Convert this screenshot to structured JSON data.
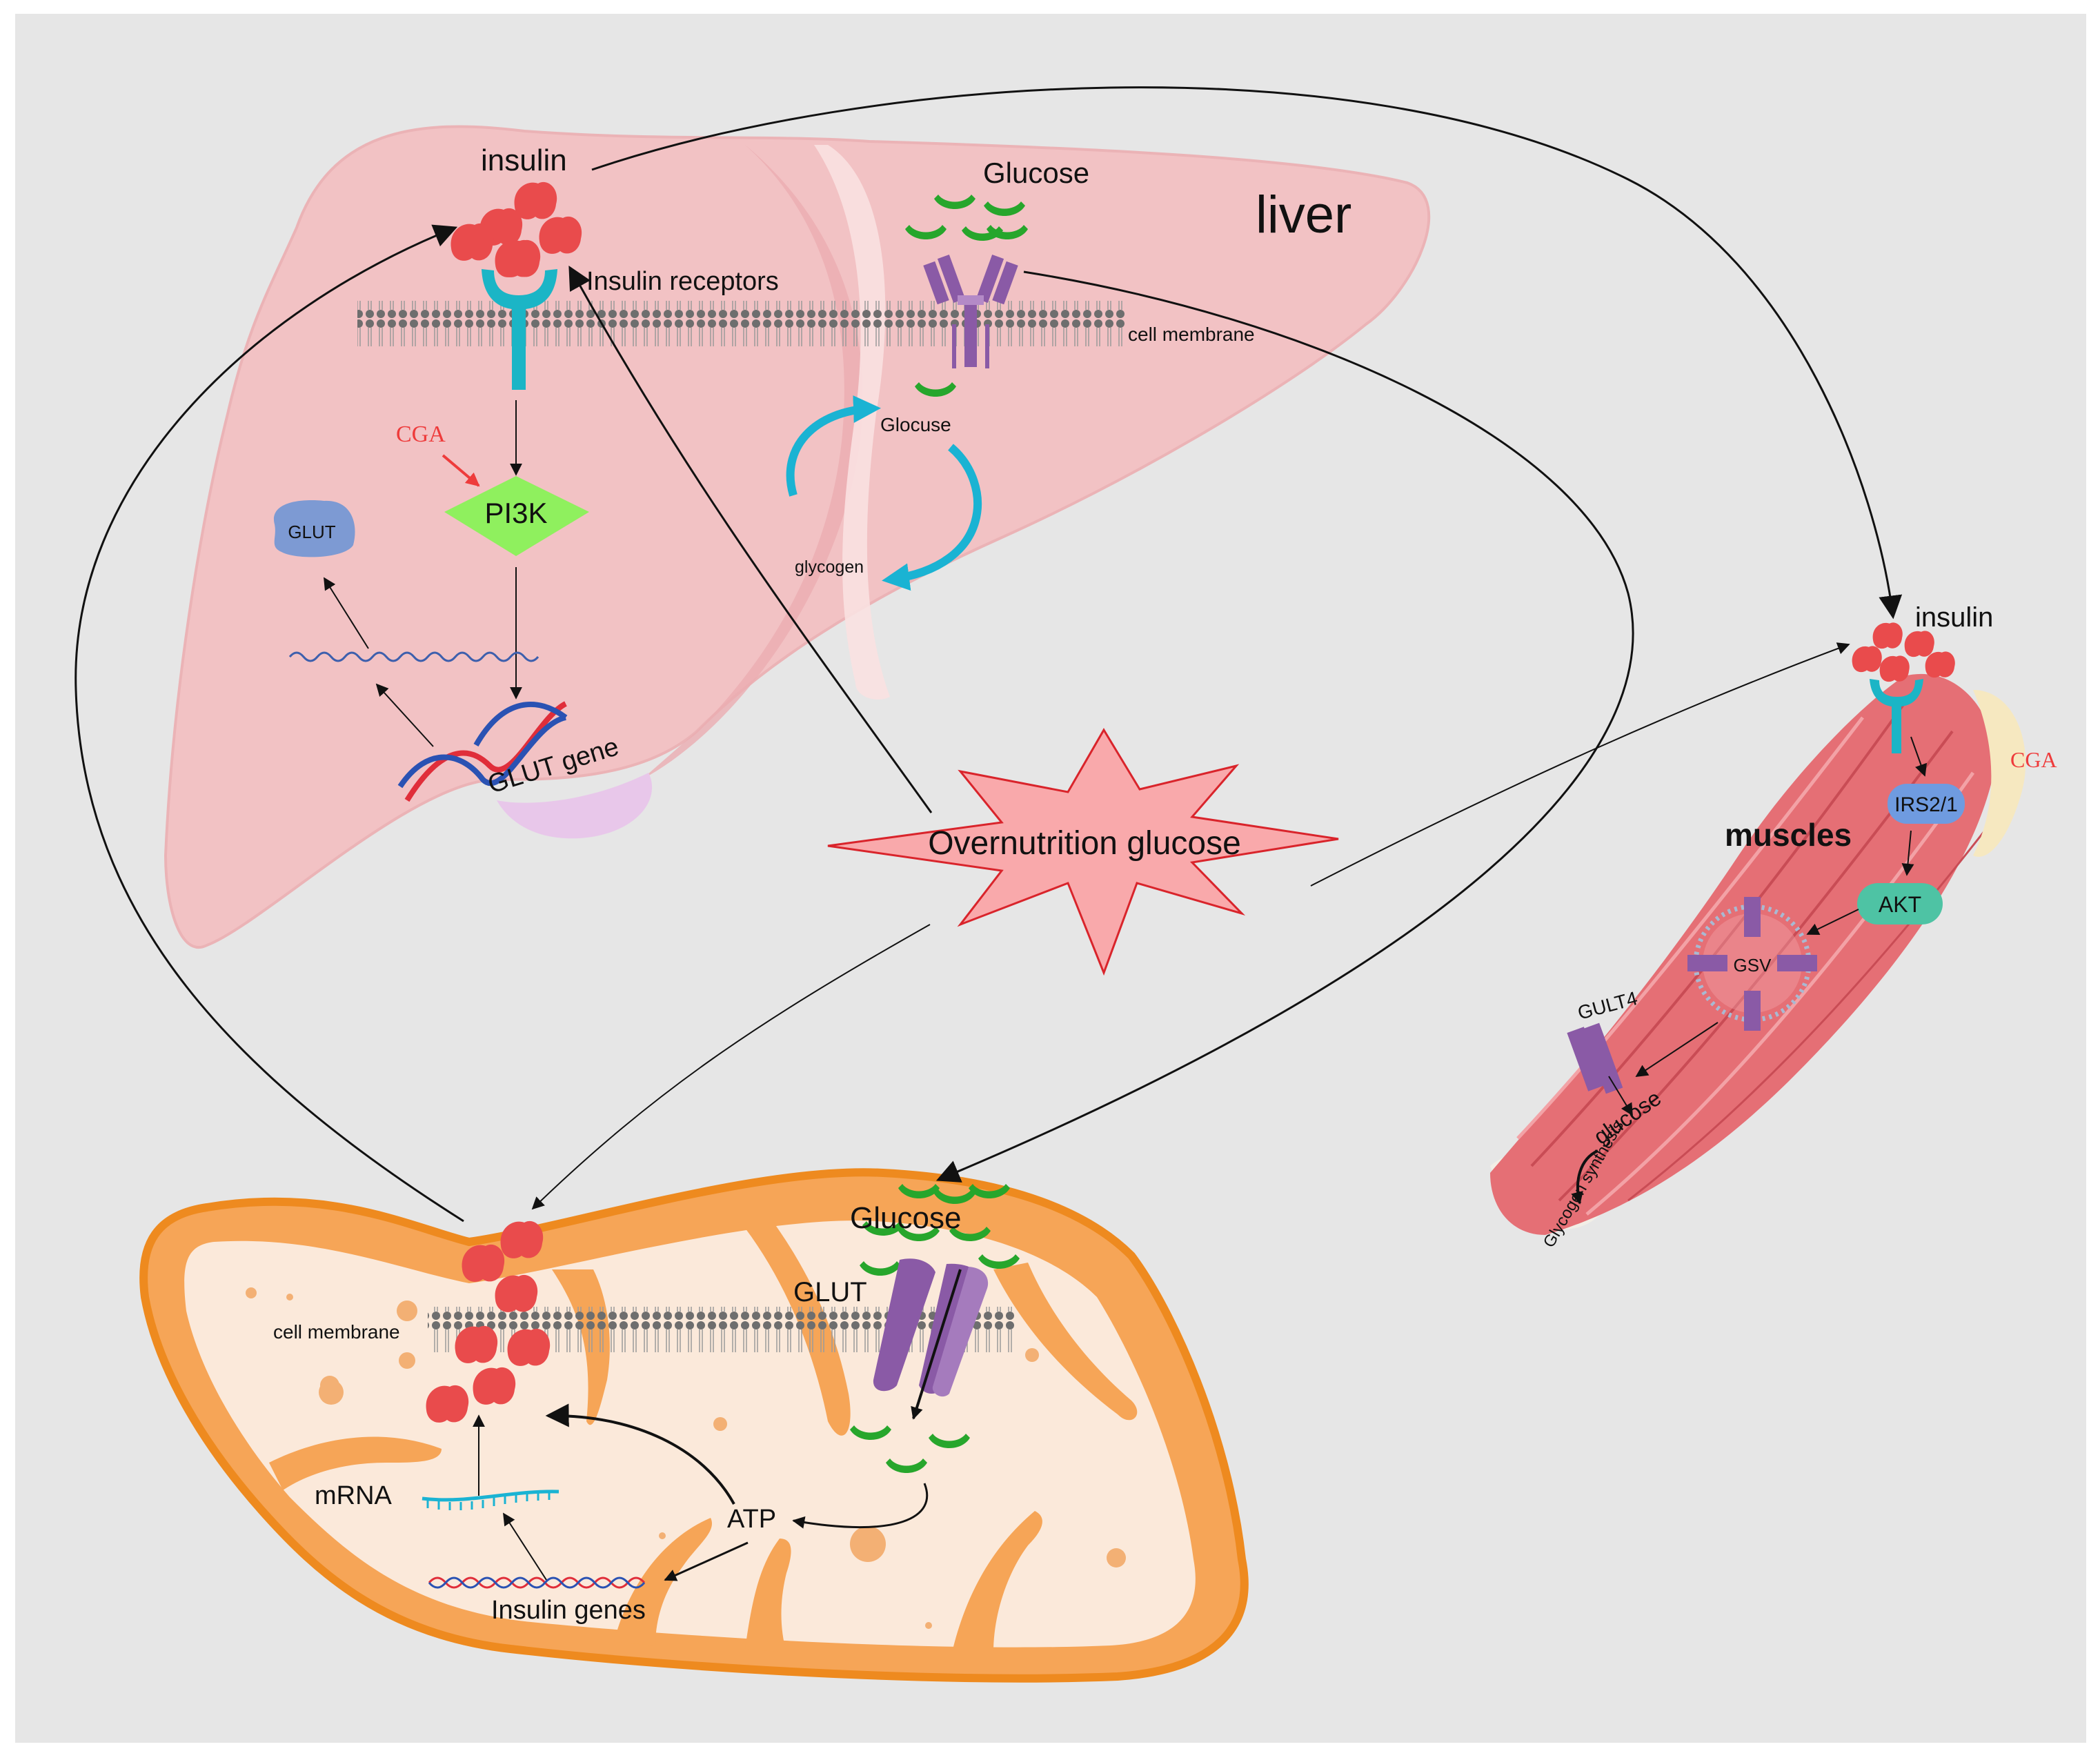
{
  "colors": {
    "background": "#e6e6e6",
    "liver": "#f2c2c4",
    "insulin": "#e94b4c",
    "receptor": "#1bb5c6",
    "glucose": "#27a62c",
    "transporter": "#8a5aa6",
    "pi3k": "#8ff05e",
    "cga": "#ee3b3b",
    "cycle": "#1ab3d3",
    "star": "#f9a9ab",
    "star_stroke": "#d9242b",
    "cell_outer": "#ee8a1f",
    "cell_inner": "#fbe9da",
    "muscle": "#e56f75",
    "glut_blob": "#7d9ad3",
    "irs": "#6f9be0",
    "akt": "#4ec3a4"
  },
  "liver": {
    "title": "liver",
    "insulin": "insulin",
    "glucose": "Glucose",
    "insulin_receptors": "Insulin receptors",
    "cell_membrane": "cell membrane",
    "cga": "CGA",
    "pi3k": "PI3K",
    "glut": "GLUT",
    "glut_gene": "GLUT gene",
    "glocuse": "Glocuse",
    "glycogen": "glycogen"
  },
  "center": {
    "overnutrition": "Overnutrition glucose"
  },
  "muscle": {
    "insulin": "insulin",
    "cga": "CGA",
    "title": "muscles",
    "irs": "IRS2/1",
    "akt": "AKT",
    "gsv": "GSV",
    "gult4": "GULT4",
    "glucose": "glucose",
    "glycogen_synthesis": "Glycogen synthesis"
  },
  "pancreas": {
    "glucose": "Glucose",
    "glut": "GLUT",
    "cell_membrane": "cell membrane",
    "mrna": "mRNA",
    "atp": "ATP",
    "insulin_genes": "Insulin genes"
  }
}
